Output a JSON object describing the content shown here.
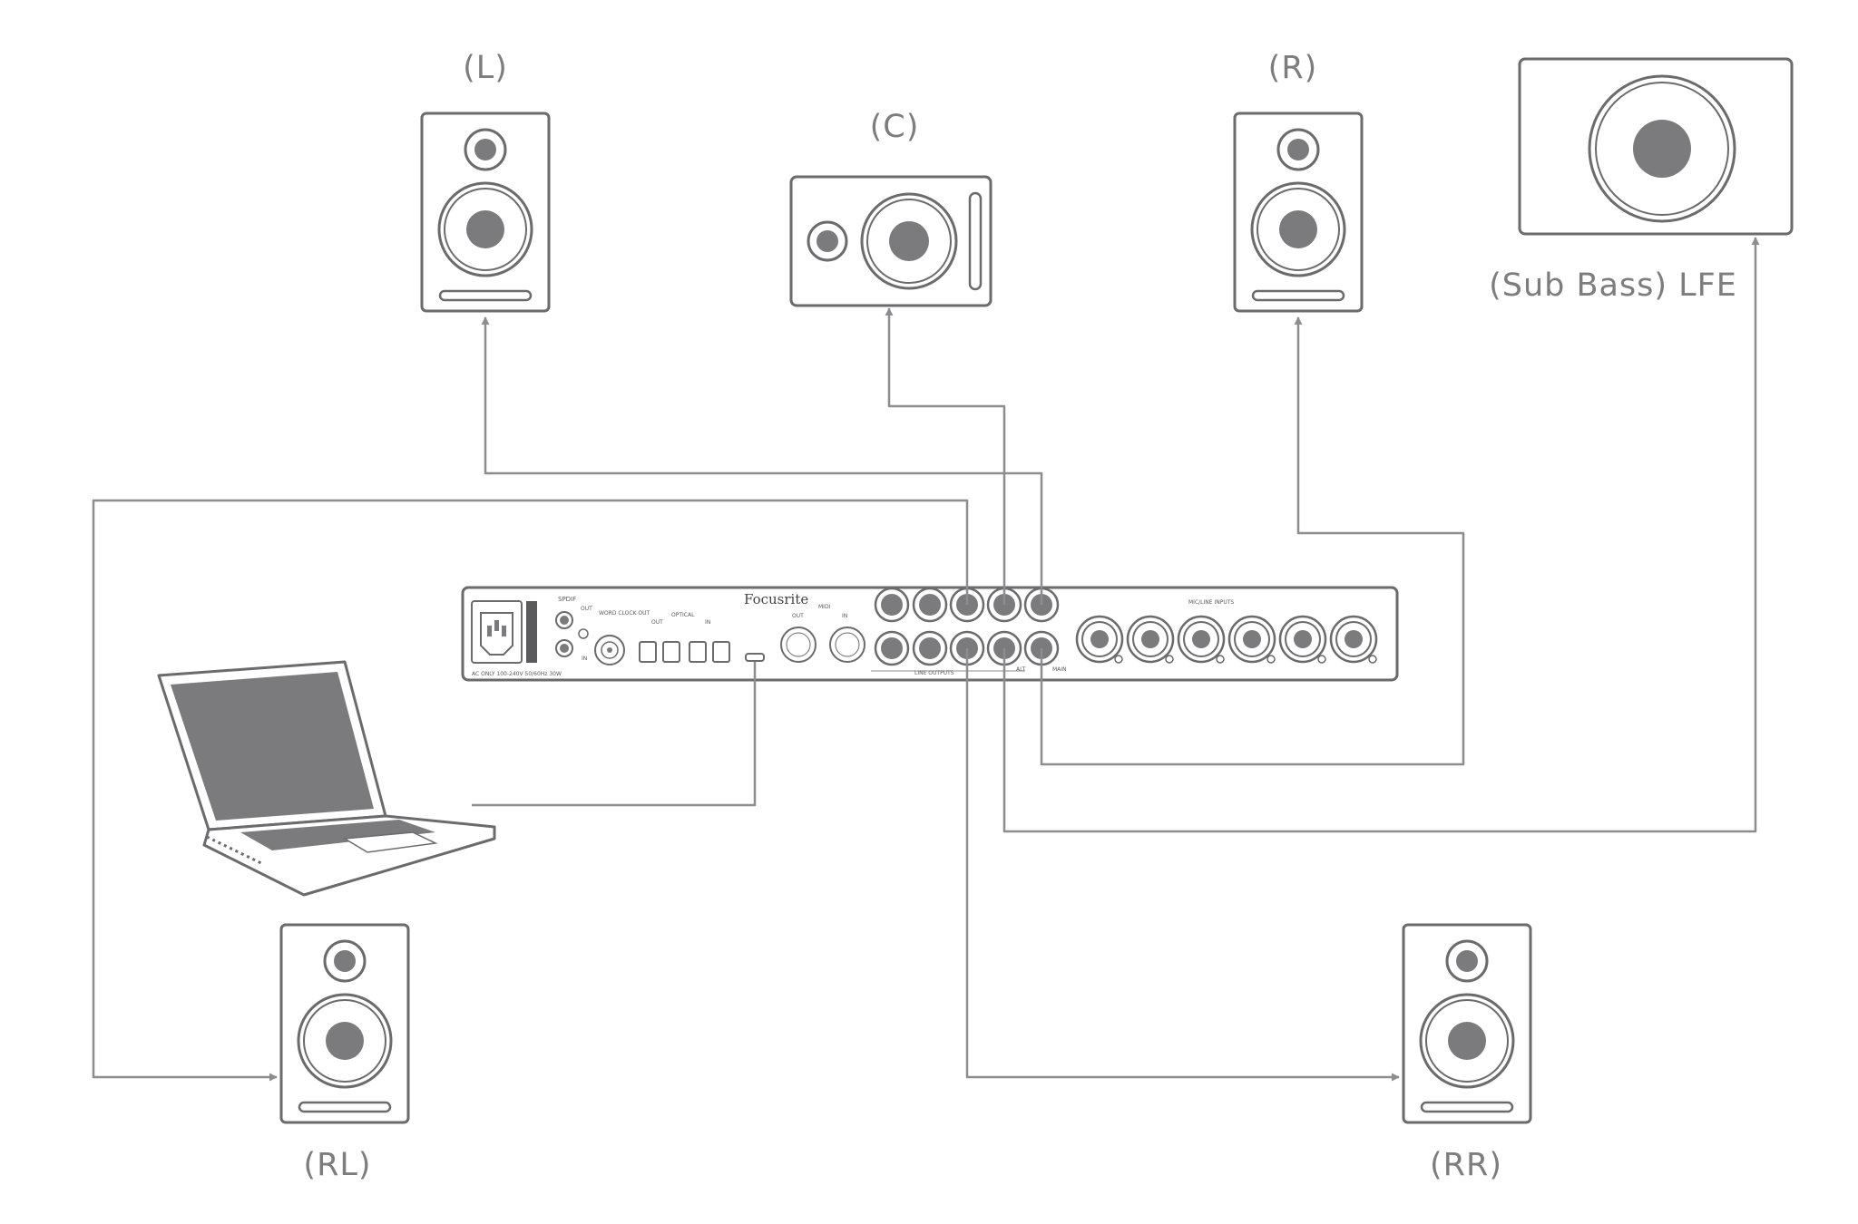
{
  "diagram": {
    "speakers": {
      "left": "(L)",
      "center": "(C)",
      "right": "(R)",
      "sub": "(Sub Bass) LFE",
      "rear_left": "(RL)",
      "rear_right": "(RR)"
    },
    "interface": {
      "brand": "Focusrite",
      "spdif": "SPDIF",
      "spdif_out": "OUT",
      "spdif_in": "IN",
      "word_clock": "WORD CLOCK OUT",
      "optical": "OPTICAL",
      "optical_out": "OUT",
      "optical_in": "IN",
      "midi": "MIDI",
      "midi_out": "OUT",
      "midi_in": "IN",
      "line_outputs": "LINE OUTPUTS",
      "alt": "ALT",
      "main": "MAIN",
      "mic_line_inputs": "MIC/LINE INPUTS",
      "power": "AC ONLY 100-240V 50/60Hz 30W"
    },
    "colors": {
      "line": "#8d8c8e",
      "outline": "#6b6a6c",
      "fill": "#7b7a7c"
    }
  }
}
